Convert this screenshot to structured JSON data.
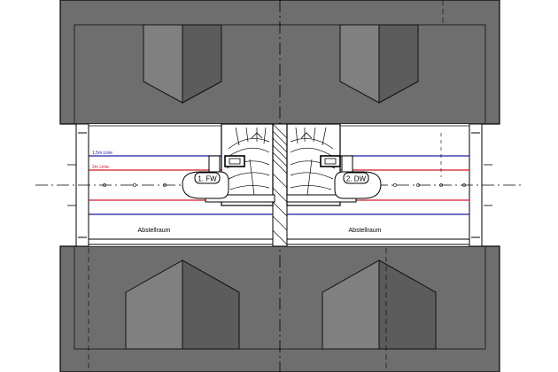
{
  "labels": {
    "line_15m": "1,5m Linie",
    "line_2m": "2m Linie",
    "room_left": "Abstellraum",
    "room_right": "Abstellraum",
    "tag_left": "1. FW",
    "tag_right": "2. DW"
  },
  "colors": {
    "background": "#ffffff",
    "roof": "#6e6e6e",
    "dormer": "#888888",
    "dormer_shade": "#5a5a5a",
    "line": "#000000",
    "line_15m": "#1a1aa8",
    "line_2m": "#d11a2a"
  }
}
